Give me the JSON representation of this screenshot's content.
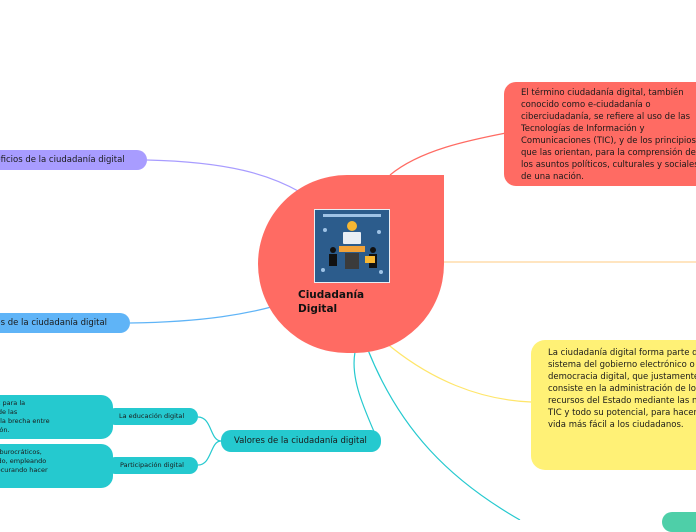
{
  "central_topic": {
    "label": "Ciudadanía\nDigital",
    "image": "digital-citizenship-illustration"
  },
  "branches": {
    "beneficios": "neficios de la ciudadanía digital",
    "riesgos": "gos de la ciudadanía digital",
    "valores": {
      "label": "Valores de la ciudadanía digital",
      "children": [
        {
          "label": "La educación digital",
          "detail": "TIC para la\nlo de las\ncir la brecha entre\nación."
        },
        {
          "label": "Participación digital",
          "detail": "es burocráticos,\ncado, empleando\nprocurando hacer"
        }
      ]
    }
  },
  "definicion": "El término ciudadanía digital, también\nconocido como e-ciudadanía o\nciberciudadanía, se refiere al uso de las\nTecnologías de Información y\nComunicaciones (TIC), y de los principios\nque las orientan, para la comprensión de\nlos asuntos políticos, culturales y sociales\nde una nación.",
  "gobierno": "La ciudadanía digital forma parte d\nsistema del gobierno electrónico o\ndemocracia digital, que justamente\nconsiste en la administración de los\nrecursos del Estado mediante las nu\nTIC y todo su potencial, para hacer\nvida más fácil a los ciudadanos.",
  "colors": {
    "central": "#ff6b63",
    "beneficios": "#a89cff",
    "riesgos": "#5fb4f7",
    "valores": "#25c9cf",
    "definicion": "#ff6b63",
    "gobierno": "#fff176",
    "corner": "#4ecfa8"
  }
}
